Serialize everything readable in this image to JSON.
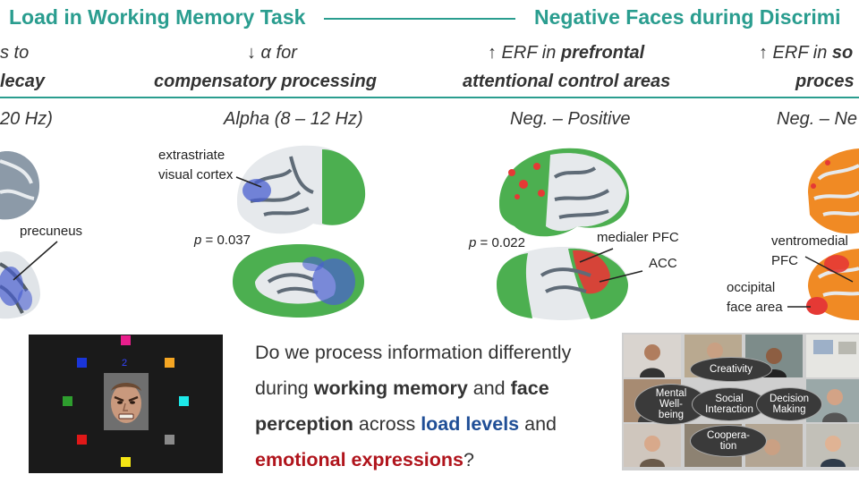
{
  "header": {
    "left_title": "Load in Working Memory Task",
    "right_title": "Negative Faces during Discrimi"
  },
  "columns": [
    {
      "line1": "s to",
      "line2": "lecay",
      "band": "20 Hz)"
    },
    {
      "line1_prefix": "↓ α for",
      "line2": "compensatory processing",
      "band": "Alpha (8 – 12 Hz)"
    },
    {
      "line1_prefix": "↑ ERF in ",
      "line1_bold": "prefrontal",
      "line2": "attentional control areas",
      "band": "Neg. – Positive"
    },
    {
      "line1_prefix": "↑ ERF in ",
      "line1_bold": "so",
      "line2": "proces",
      "band": "Neg. – Ne"
    }
  ],
  "labels": {
    "precuneus": "precuneus",
    "extrastriate_1": "extrastriate",
    "extrastriate_2": "visual cortex",
    "p_alpha_p": "p",
    "p_alpha_val": " = 0.037",
    "p_neg_p": "p",
    "p_neg_val": " = 0.022",
    "medial_pfc": "medialer PFC",
    "acc": "ACC",
    "ventromedial_1": "ventromedial",
    "ventromedial_2": "PFC",
    "occipital_1": "occipital",
    "occipital_2": "face area"
  },
  "task": {
    "digit": "2"
  },
  "question": {
    "p1": "Do we process information differently",
    "p2a": "during ",
    "p2b": "working memory",
    "p2c": " and ",
    "p2d": "face",
    "p3a": "perception",
    "p3b": " across ",
    "p3c": "load levels",
    "p3d": " and",
    "p4a": "emotional expressions",
    "p4b": "?"
  },
  "collage": {
    "creativity": "Creativity",
    "mental1": "Mental",
    "mental2": "Well-",
    "mental3": "being",
    "social1": "Social",
    "social2": "Interaction",
    "decision1": "Decision",
    "decision2": "Making",
    "coop1": "Coopera-",
    "coop2": "tion"
  },
  "colors": {
    "accent": "#2a9d8f",
    "blue": "#1f4e96",
    "red": "#b0141c",
    "green_region": "#4caf50",
    "orange_region": "#f08a24"
  }
}
